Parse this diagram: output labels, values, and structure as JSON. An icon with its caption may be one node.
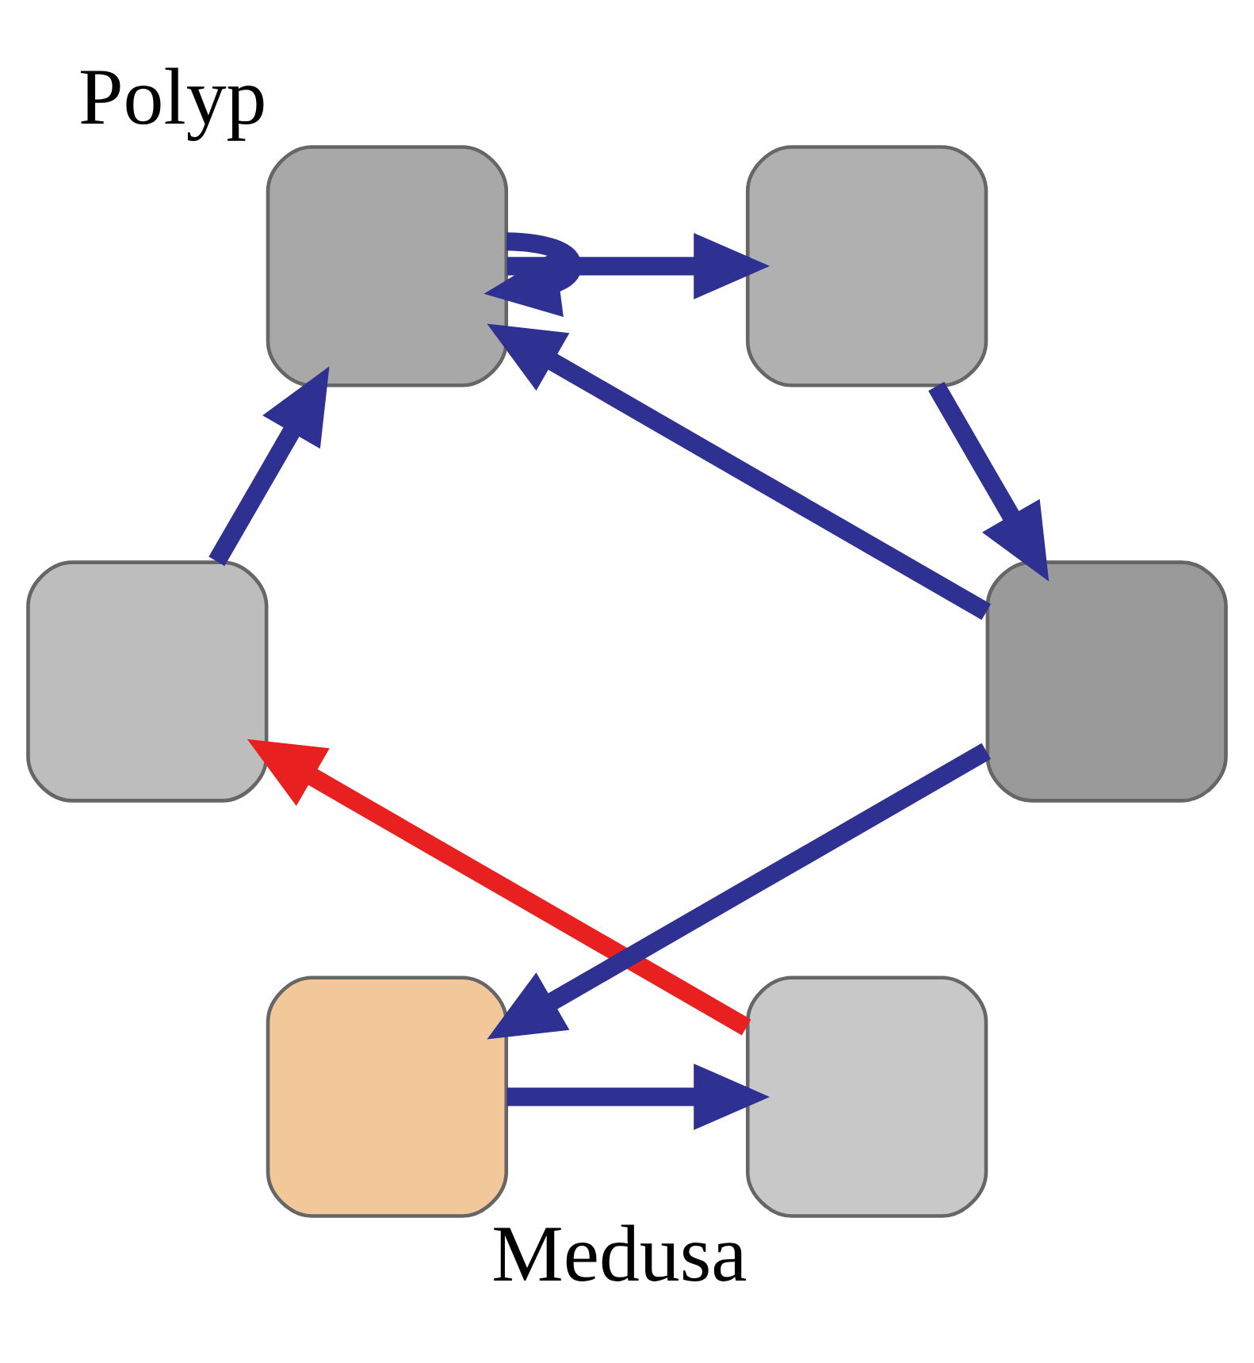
{
  "diagram": {
    "nodes": [
      {
        "text": [],
        "shape": "box",
        "beside": [
          "Medusa"
        ]
      },
      {
        "text": [],
        "shape": "box"
      },
      {
        "text": [],
        "shape": "box"
      },
      {
        "text": [],
        "shape": "box",
        "beside": [
          "Polyp"
        ]
      },
      {
        "text": [],
        "shape": "box"
      },
      {
        "text": [],
        "shape": "box"
      }
    ],
    "edges": [
      {
        "from": 0,
        "to": 1,
        "arrow": "to",
        "color": "#e8201f"
      },
      {
        "from": 1,
        "to": 3,
        "arrow": "to"
      },
      {
        "from": 3,
        "to": 3,
        "arrow": "to"
      },
      {
        "from": 3,
        "to": 5,
        "arrow": "to"
      },
      {
        "from": 5,
        "to": 4,
        "arrow": "to"
      },
      {
        "from": 4,
        "to": 2,
        "arrow": "to"
      },
      {
        "from": 2,
        "to": 0,
        "arrow": "to"
      },
      {
        "from": 4,
        "to": 3,
        "arrow": "to"
      }
    ]
  }
}
